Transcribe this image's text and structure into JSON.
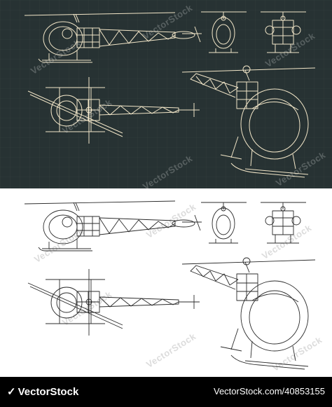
{
  "colors": {
    "dark_background": "#273233",
    "dark_grid": "#34403f",
    "dark_lines": "#f2e6c8",
    "light_background": "#ffffff",
    "light_lines": "#2b2b2b",
    "footer_background": "#000000",
    "footer_text": "#ffffff"
  },
  "watermark": {
    "text": "VectorStock"
  },
  "footer": {
    "logo_text": "VectorStock",
    "logo_icon": "checkmark-icon",
    "image_id": "VectorStock.com/40853155"
  }
}
